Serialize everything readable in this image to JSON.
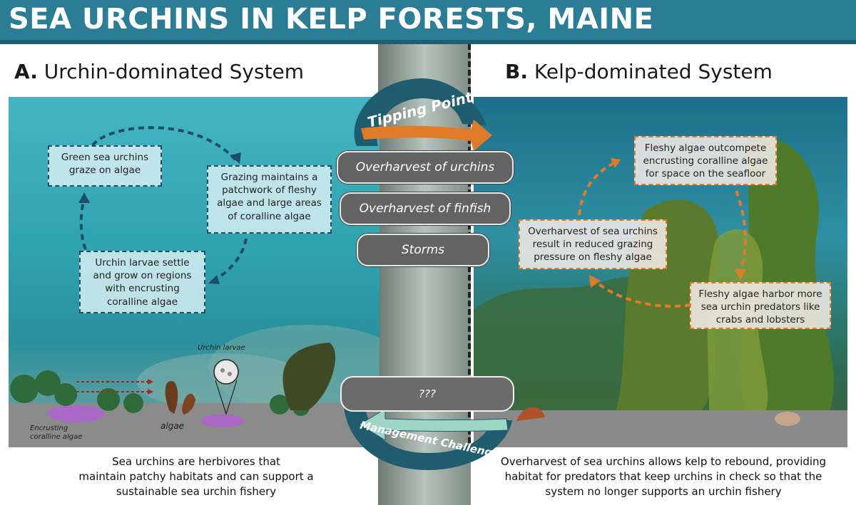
{
  "title": "SEA URCHINS IN KELP FORESTS, MAINE",
  "section_a": {
    "letter": "A.",
    "label": "Urchin-dominated System"
  },
  "section_b": {
    "letter": "B.",
    "label": "Kelp-dominated System"
  },
  "urchin_cycle": [
    "Green sea urchins graze on algae",
    "Grazing maintains a patchwork of fleshy algae and large areas of coralline algae",
    "Urchin larvae settle and grow on regions with encrusting coralline algae"
  ],
  "kelp_cycle": [
    "Fleshy algae outcompete encrusting coralline algae for space on the seafloor",
    "Fleshy algae harbor more sea urchin predators like crabs and lobsters",
    "Overharvest of sea urchins result in reduced grazing pressure on fleshy algae"
  ],
  "tipping_point": {
    "label": "Tipping Point",
    "drivers": [
      "Overharvest of urchins",
      "Overharvest of finfish",
      "Storms"
    ]
  },
  "management": {
    "label": "Management Challenge",
    "unknown": "???"
  },
  "small_labels": {
    "urchin_larvae": "Urchin larvae",
    "encrusting_coralline_line1": "Encrusting",
    "encrusting_coralline_line2": "coralline algae",
    "algae": "algae"
  },
  "captions": {
    "a": [
      "Sea urchins are herbivores that",
      "maintain patchy habitats and can support a",
      "sustainable sea urchin fishery"
    ],
    "b": [
      "Overharvest of sea urchins allows kelp to rebound, providing",
      "habitat for predators that keep urchins in check so that the",
      "system no longer supports an urchin fishery"
    ]
  },
  "colors": {
    "header": "#2b7c95",
    "orange": "#e07b2a",
    "dark_teal": "#1d4e66",
    "mint": "#9ed6c6"
  }
}
